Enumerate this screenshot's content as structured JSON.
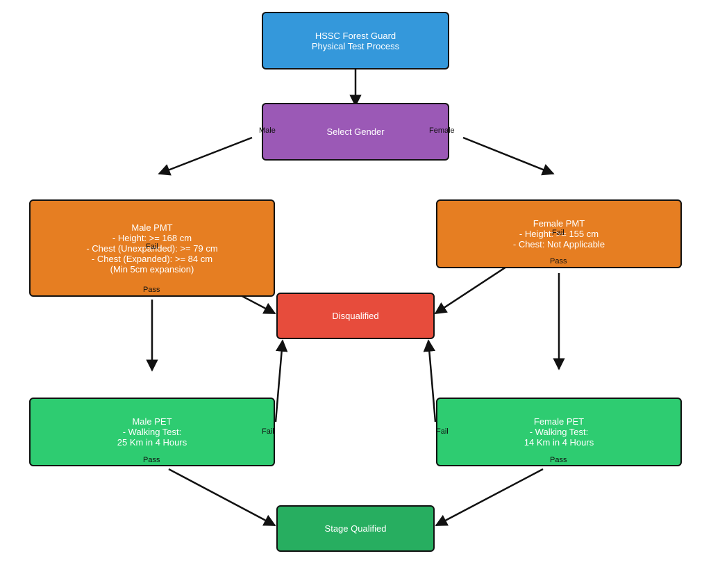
{
  "colors": {
    "title": "#3498db",
    "decision": "#9b59b6",
    "pmt": "#e67e22",
    "disqualified": "#e74c3c",
    "pet": "#2ecc71",
    "qualified": "#27ae60",
    "stroke": "#111111"
  },
  "nodes": {
    "title": {
      "lines": [
        "HSSC Forest Guard",
        "Physical Test Process"
      ]
    },
    "gender": {
      "lines": [
        "Select Gender"
      ]
    },
    "male_pmt": {
      "lines": [
        "Male PMT",
        "- Height: >= 168 cm",
        "- Chest (Unexpanded): >= 79 cm",
        "- Chest (Expanded): >= 84 cm",
        "(Min 5cm expansion)"
      ]
    },
    "female_pmt": {
      "lines": [
        "Female PMT",
        "- Height: >= 155 cm",
        "- Chest: Not Applicable"
      ]
    },
    "disqualified": {
      "lines": [
        "Disqualified"
      ]
    },
    "male_pet": {
      "lines": [
        "Male PET",
        "- Walking Test:",
        "25 Km in 4 Hours"
      ]
    },
    "female_pet": {
      "lines": [
        "Female PET",
        "- Walking Test:",
        "14 Km in 4 Hours"
      ]
    },
    "qualified": {
      "lines": [
        "Stage Qualified"
      ]
    }
  },
  "edge_labels": {
    "male": "Male",
    "female": "Female",
    "male_pmt_fail": "Fail",
    "female_pmt_fail": "Fail",
    "male_pmt_pass": "Pass",
    "female_pmt_pass": "Pass",
    "male_pet_fail": "Fail",
    "female_pet_fail": "Fail",
    "male_pet_pass": "Pass",
    "female_pet_pass": "Pass"
  }
}
